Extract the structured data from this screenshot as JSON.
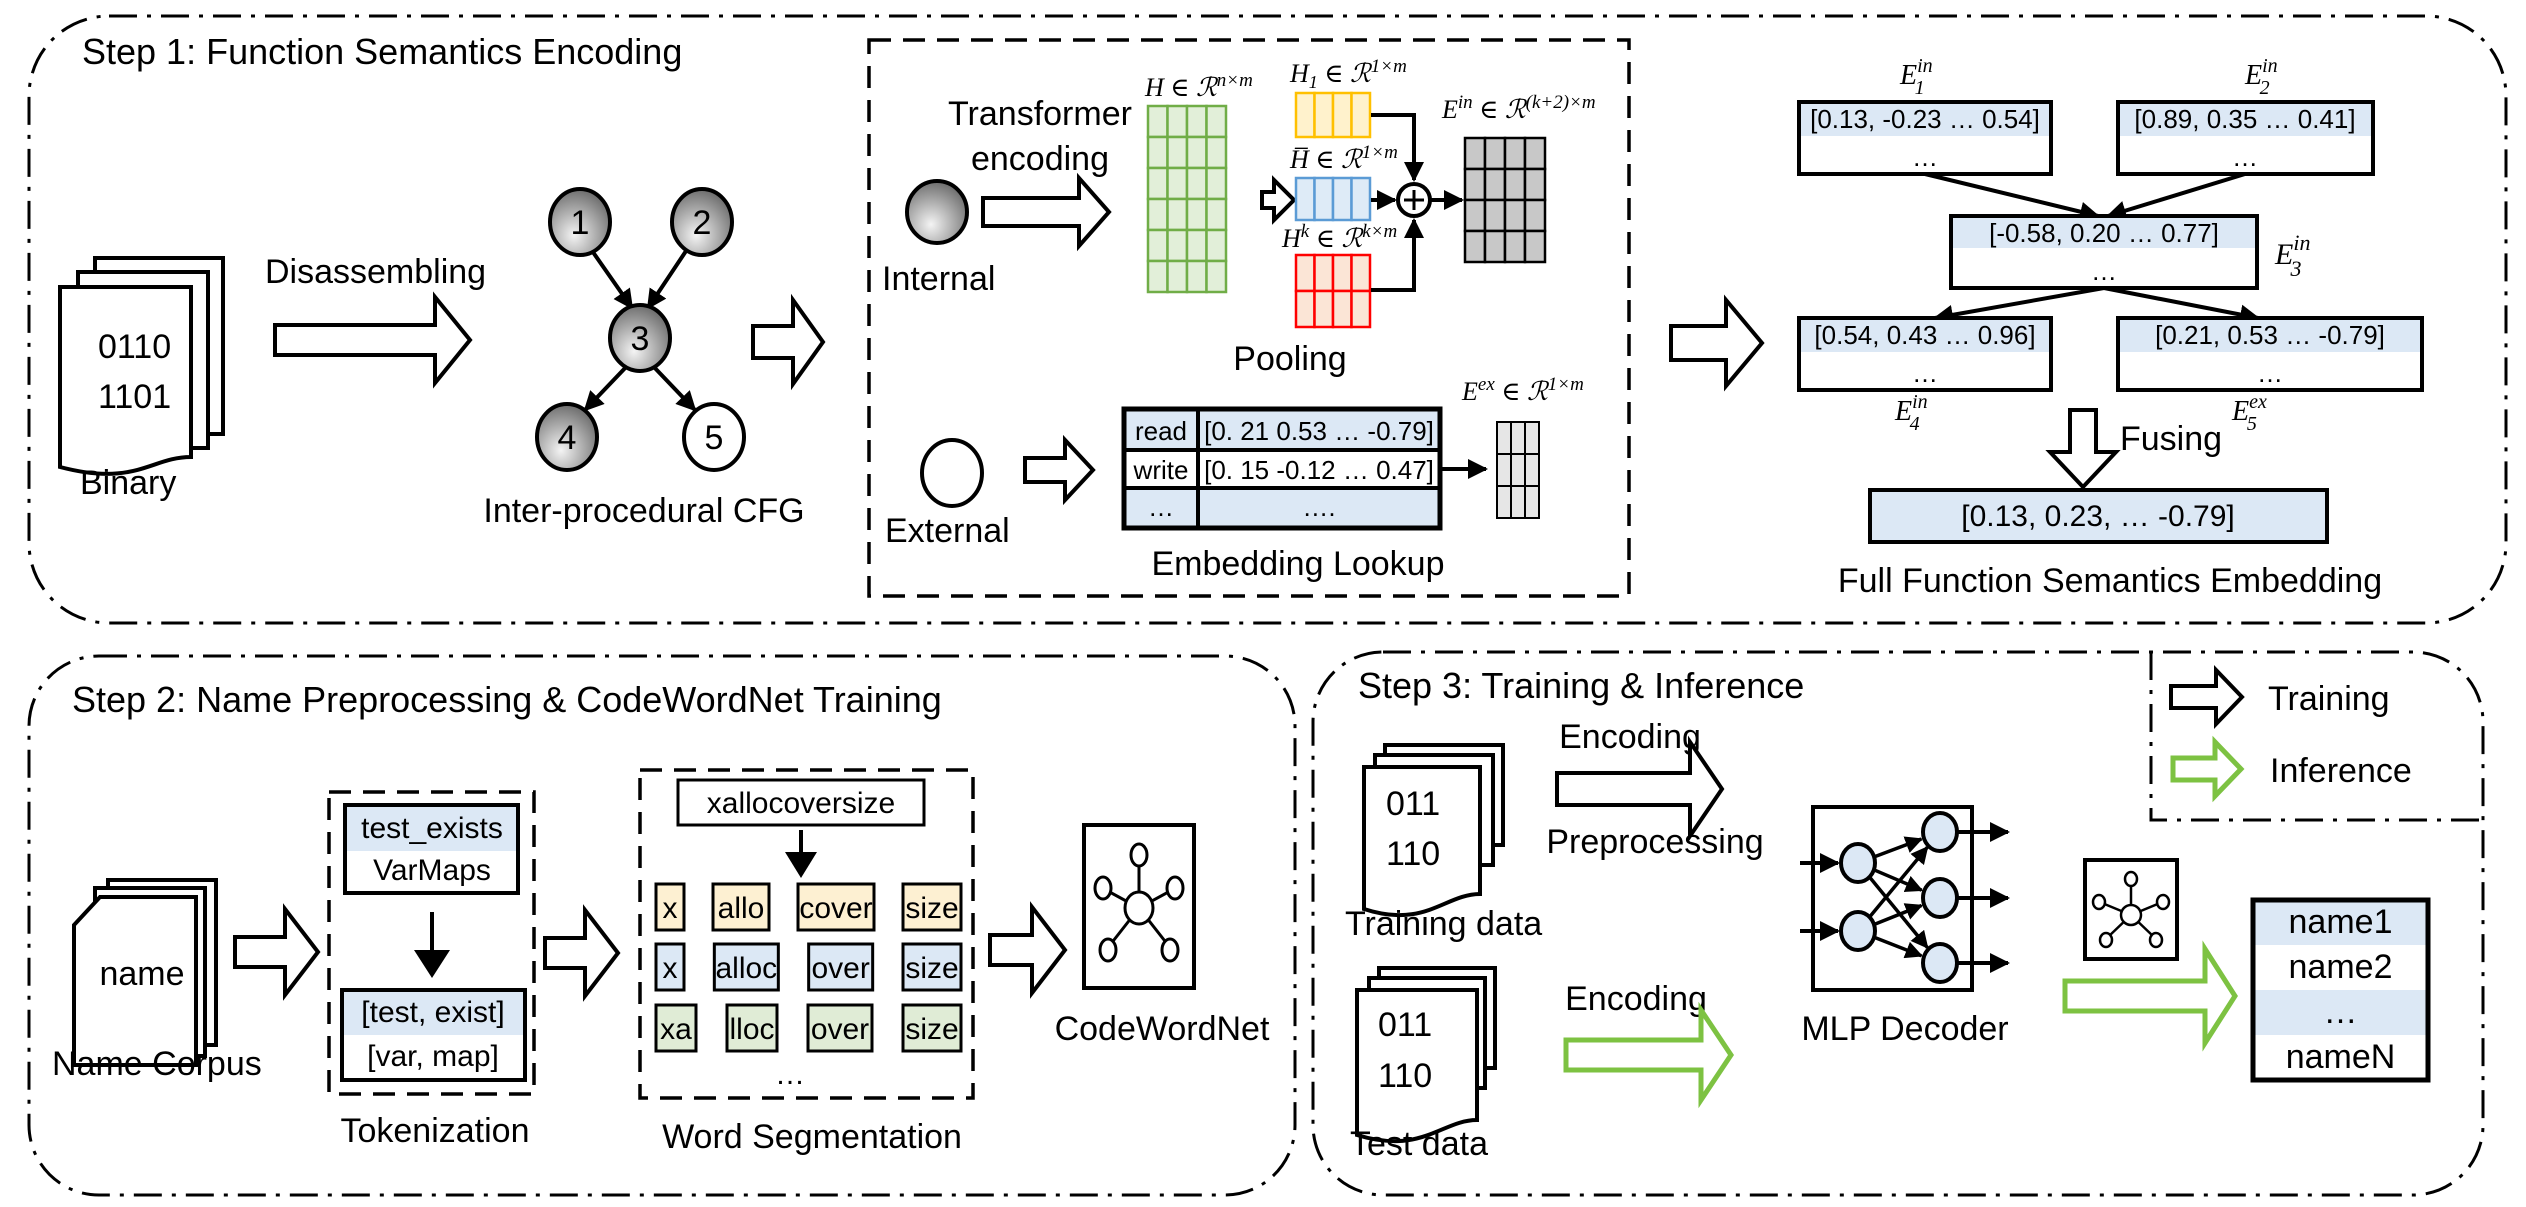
{
  "step1": {
    "title": "Step 1: Function Semantics Encoding",
    "binary": {
      "lines": [
        "0110",
        "1101"
      ],
      "label": "Binary"
    },
    "disassembling_label": "Disassembling",
    "cfg": {
      "nodes": [
        "1",
        "2",
        "3",
        "4",
        "5"
      ],
      "label": "Inter-procedural CFG"
    },
    "internal": {
      "label": "Internal",
      "transformer_label_1": "Transformer",
      "transformer_label_2": "encoding",
      "H_label": "H ∈ ℛ",
      "H_sup": "n×m",
      "H1_label": "H",
      "H1_sub": "1",
      "H1_rest": " ∈ ℛ",
      "H1_sup": "1×m",
      "Hbar_label": "H̅ ∈ ℛ",
      "Hbar_sup": "1×m",
      "Hk_label": "H",
      "Hk_sup1": "k",
      "Hk_rest": " ∈ ℛ",
      "Hk_sup2": "k×m",
      "Ein_label": "E",
      "Ein_sup1": "in",
      "Ein_rest": " ∈ ℛ",
      "Ein_sup2": "(k+2)×m",
      "pooling_label": "Pooling"
    },
    "external": {
      "label": "External",
      "table": [
        {
          "key": "read",
          "value": "[0. 21 0.53 … -0.79]"
        },
        {
          "key": "write",
          "value": "[0. 15 -0.12 … 0.47]"
        },
        {
          "key": "…",
          "value": "…."
        }
      ],
      "Eex_label": "E",
      "Eex_sup1": "ex",
      "Eex_rest": "  ∈ ℛ",
      "Eex_sup2": "1×m",
      "lookup_label": "Embedding Lookup"
    },
    "embeddings": {
      "e1": {
        "name": "E",
        "sup": "in",
        "sub": "1",
        "vector": "[0.13, -0.23 … 0.54]",
        "more": "…"
      },
      "e2": {
        "name": "E",
        "sup": "in",
        "sub": "2",
        "vector": "[0.89, 0.35 … 0.41]",
        "more": "…"
      },
      "e3": {
        "name": "E",
        "sup": "in",
        "sub": "3",
        "vector": "[-0.58, 0.20 … 0.77]",
        "more": "…"
      },
      "e4": {
        "name": "E",
        "sup": "in",
        "sub": "4",
        "vector": "[0.54, 0.43 … 0.96]",
        "more": "…"
      },
      "e5": {
        "name": "E",
        "sup": "ex",
        "sub": "5",
        "vector": "[0.21, 0.53 … -0.79]",
        "more": "…"
      }
    },
    "fusing_label": "Fusing",
    "full_vector": "[0.13, 0.23,  … -0.79]",
    "full_label": "Full Function Semantics Embedding"
  },
  "step2": {
    "title": "Step 2: Name Preprocessing & CodeWordNet Training",
    "corpus": {
      "doc_text": "name",
      "label": "Name Corpus"
    },
    "tokenization": {
      "inputs": [
        "test_exists",
        "VarMaps"
      ],
      "outputs": [
        "[test, exist]",
        "[var, map]"
      ],
      "label": "Tokenization"
    },
    "segmentation": {
      "input": "xallocoversize",
      "rows": [
        {
          "color": "#fdf0d2",
          "tokens": [
            "x",
            "allo",
            "cover",
            "size"
          ]
        },
        {
          "color": "#dce8f5",
          "tokens": [
            "x",
            "alloc",
            "over",
            "size"
          ]
        },
        {
          "color": "#e0ecd6",
          "tokens": [
            "xa",
            "lloc",
            "over",
            "size"
          ]
        }
      ],
      "more": "…",
      "label": "Word Segmentation"
    },
    "codewordnet_label": "CodeWordNet"
  },
  "step3": {
    "title": "Step 3: Training & Inference",
    "training_doc": {
      "lines": [
        "011",
        "110"
      ],
      "label": "Training data"
    },
    "test_doc": {
      "lines": [
        "011",
        "110"
      ],
      "label": "Test data"
    },
    "training_arrow_top": "Encoding",
    "training_arrow_bottom": "Preprocessing",
    "test_arrow_label": "Encoding",
    "decoder_label": "MLP Decoder",
    "names": [
      "name1",
      "name2",
      "…",
      "nameN"
    ],
    "legend": [
      {
        "label": "Training",
        "color": "#000000"
      },
      {
        "label": "Inference",
        "color": "#7dc242"
      }
    ]
  },
  "colors": {
    "highlight": "#dce8f5",
    "green_matrix": "#e2efd9",
    "green_stroke": "#70ad47",
    "yellow_fill": "#fff2cc",
    "yellow_stroke": "#ffc000",
    "blue_fill": "#deebf7",
    "blue_stroke": "#5b9bd5",
    "red_fill": "#fbe5d6",
    "red_stroke": "#ff0000",
    "grey_dark": "#c8c8c8",
    "grey_light": "#e6e6e6",
    "inference_green": "#7dc242"
  }
}
